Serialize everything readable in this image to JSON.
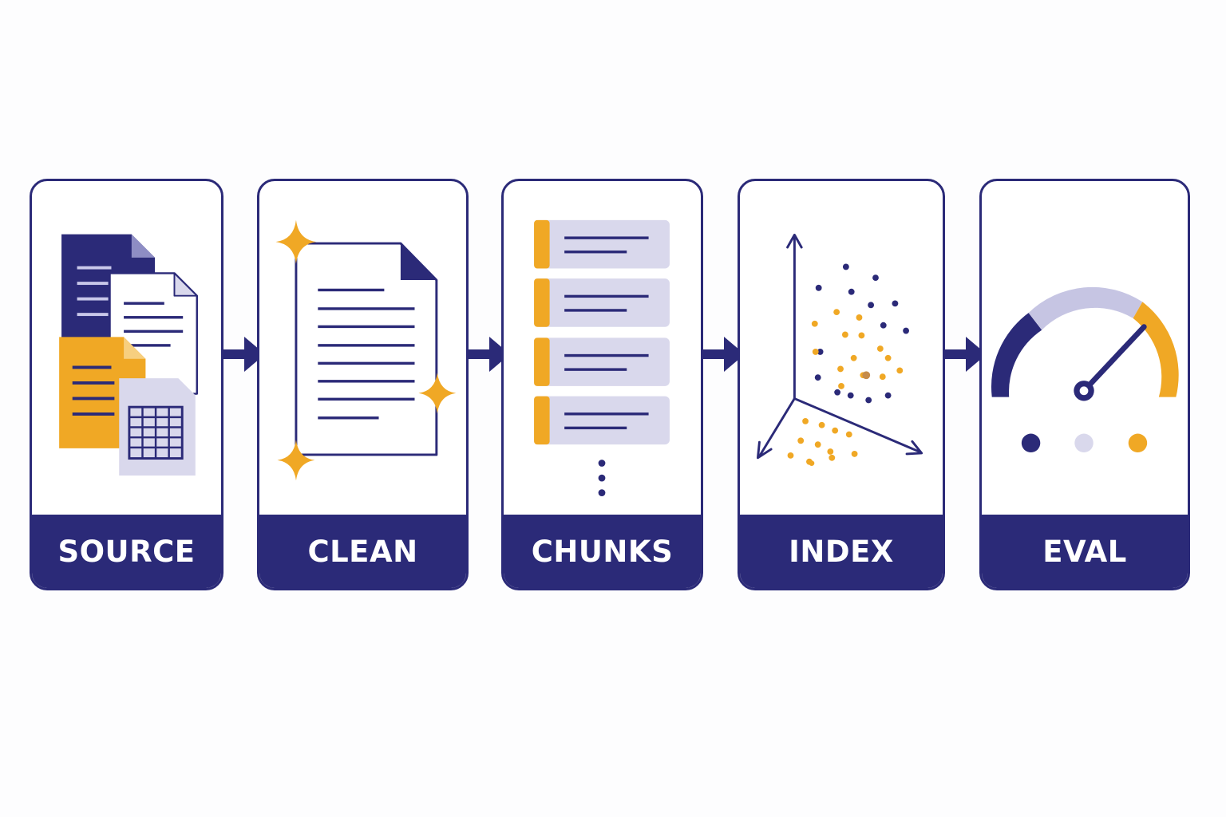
{
  "pipeline": {
    "stages": [
      {
        "id": "source",
        "label": "SOURCE",
        "icon": "documents-stack-icon"
      },
      {
        "id": "clean",
        "label": "CLEAN",
        "icon": "sparkling-document-icon"
      },
      {
        "id": "chunks",
        "label": "CHUNKS",
        "icon": "chunk-list-icon"
      },
      {
        "id": "index",
        "label": "INDEX",
        "icon": "vector-scatter-icon"
      },
      {
        "id": "eval",
        "label": "EVAL",
        "icon": "gauge-icon"
      }
    ],
    "connector_icon": "right-arrow-icon"
  },
  "colors": {
    "navy": "#2b2a78",
    "amber": "#f0a825",
    "lavender": "#d9d8ec",
    "white": "#ffffff"
  }
}
